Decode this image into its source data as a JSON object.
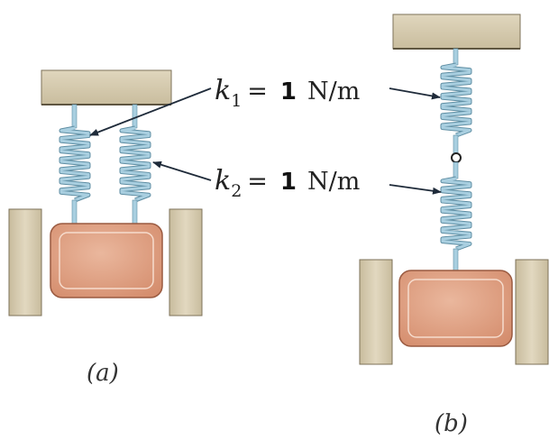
{
  "labels": {
    "k1": {
      "var": "k",
      "sub": "1",
      "eq": "=",
      "value": "1",
      "unit": "N/m"
    },
    "k2": {
      "var": "k",
      "sub": "2",
      "eq": "=",
      "value": "1",
      "unit": "N/m"
    }
  },
  "captions": {
    "a": "(a)",
    "b": "(b)"
  },
  "colors": {
    "ceiling": "#d8ccb0",
    "spring": "#a9cfe0",
    "mass": "#e2a386",
    "wall": "#d8ccb0",
    "arrow": "#1f2b3a"
  }
}
